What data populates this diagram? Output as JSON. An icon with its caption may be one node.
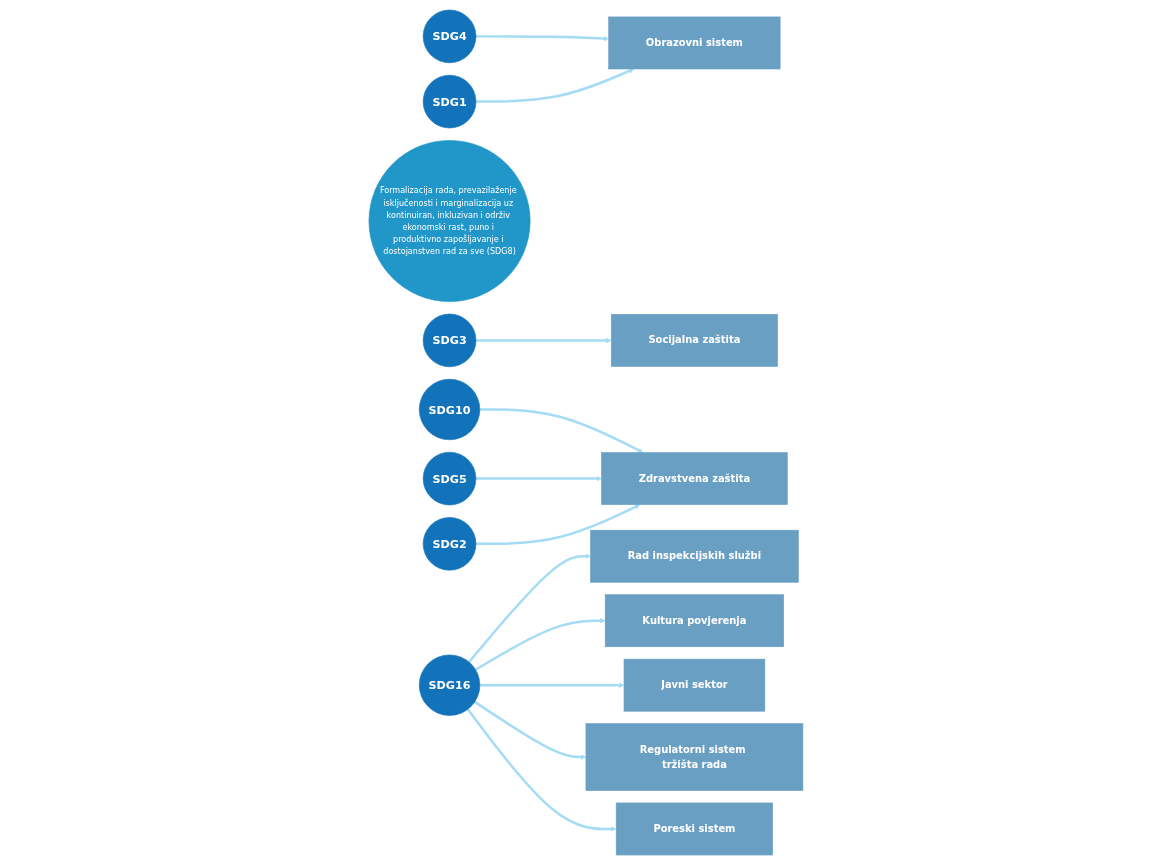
{
  "diagram": {
    "nodes": [
      {
        "text": [
          "SDG4"
        ]
      },
      {
        "text": [
          "Kultura povjerenja"
        ]
      },
      {
        "text": [
          "Obrazovni sistem"
        ]
      },
      {
        "text": [
          "SDG3"
        ]
      },
      {
        "text": [
          "Rad inspekcijskih službi"
        ]
      },
      {
        "text": [
          "Formalizacija rada, prevazilaženje isključenosti i marginalizacija uz kontinuiran, inkluzivan i održiv ekonomski rast, puno i produktivno zapošljavanje i dostojanstven rad za sve (SDG8)"
        ]
      },
      {
        "text": [
          "SDG1"
        ]
      },
      {
        "text": [
          "SDG10"
        ]
      },
      {
        "text": [
          "Socijalna zaštita"
        ]
      },
      {
        "text": [
          "SDG16"
        ]
      },
      {
        "text": [
          "Javni sektor"
        ]
      },
      {
        "text": [
          "Zdravstvena zaštita"
        ]
      },
      {
        "text": [
          "SDG5"
        ]
      },
      {
        "text": [
          "Regulatorni sistem tržišta rada"
        ]
      },
      {
        "text": [
          "Poreski sistem"
        ]
      },
      {
        "text": [
          "SDG2"
        ]
      }
    ],
    "edges": [
      {
        "from": 0,
        "to": 2,
        "arrow": "to"
      },
      {
        "from": 3,
        "to": 8,
        "arrow": "to"
      },
      {
        "from": 6,
        "to": 2,
        "arrow": "to"
      },
      {
        "from": 7,
        "to": 11,
        "arrow": "to"
      },
      {
        "from": 12,
        "to": 11,
        "arrow": "to"
      },
      {
        "from": 15,
        "to": 11,
        "arrow": "to"
      },
      {
        "from": 9,
        "to": 4,
        "arrow": "to"
      },
      {
        "from": 9,
        "to": 1,
        "arrow": "to"
      },
      {
        "from": 9,
        "to": 10,
        "arrow": "to"
      },
      {
        "from": 9,
        "to": 13,
        "arrow": "to"
      },
      {
        "from": 9,
        "to": 14,
        "arrow": "to"
      }
    ]
  }
}
